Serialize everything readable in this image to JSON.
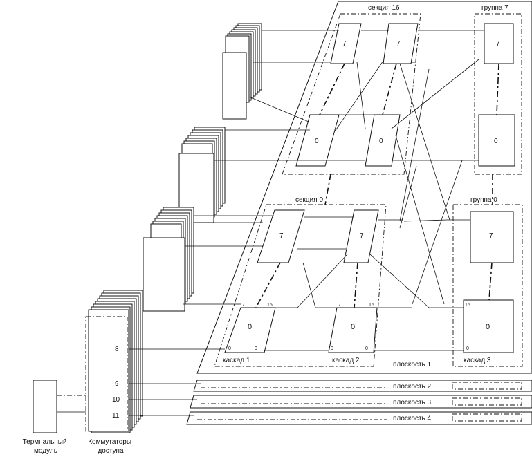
{
  "labels": {
    "section_top": "секция 16",
    "section_bottom": "секция 0",
    "group_top": "группа 7",
    "group_bottom": "группа 0",
    "cascade_1": "каскад 1",
    "cascade_2": "каскад 2",
    "cascade_3": "каскад 3",
    "plane_1": "плоскость 1",
    "plane_2": "плоскость 2",
    "plane_3": "плоскость 3",
    "plane_4": "плоскость 4",
    "terminal_module": [
      "Термнальный",
      "модуль"
    ],
    "access_switches": [
      "Коммутаторы",
      "доступа"
    ]
  },
  "switch_numbers": {
    "top": "7",
    "bottom": "0"
  },
  "port_labels": {
    "p7": "7",
    "p16": "16",
    "p0": "0"
  },
  "access_ports": [
    "8",
    "9",
    "10",
    "11"
  ]
}
